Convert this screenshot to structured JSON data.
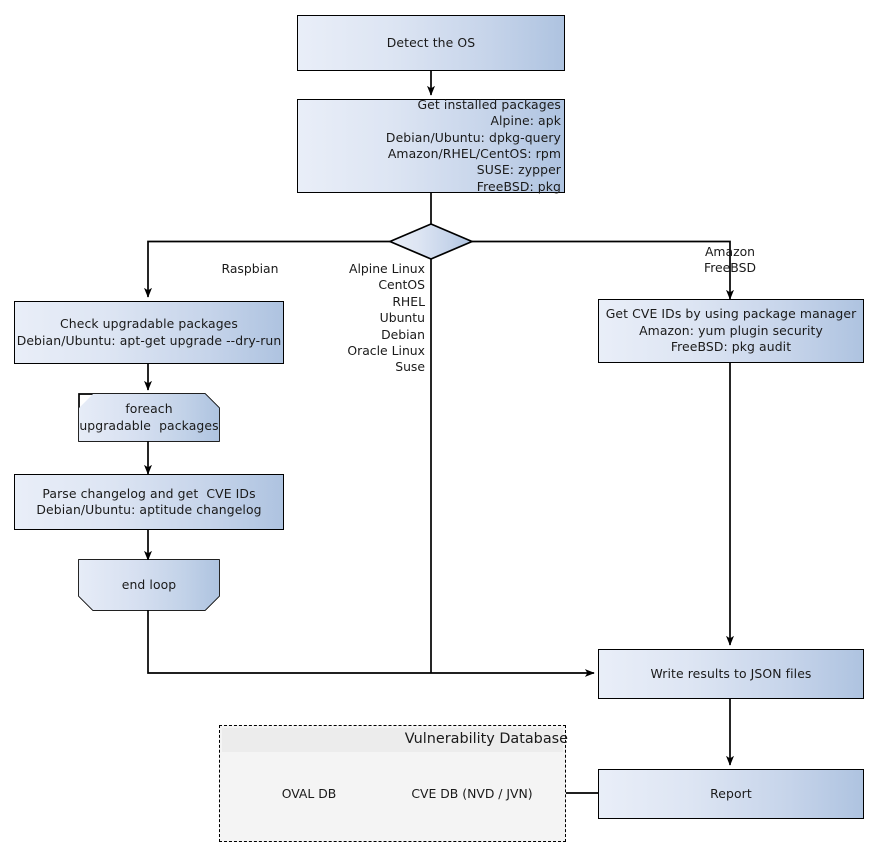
{
  "diagram": {
    "title": "Vulnerability scanning flowchart",
    "colors": {
      "node_fill_light": "#e9eef8",
      "node_fill_dark": "#aec3e0",
      "node_stroke": "#000000",
      "group_fill": "#f4f4f4",
      "group_titlebar": "#ececec",
      "edge_stroke": "#000000"
    },
    "nodes": {
      "detect_os": {
        "label": "Detect the OS"
      },
      "get_installed_packages": {
        "lines": [
          "Get installed packages",
          "Alpine: apk",
          "Debian/Ubuntu: dpkg-query",
          "Amazon/RHEL/CentOS: rpm",
          "SUSE: zypper",
          "FreeBSD: pkg"
        ]
      },
      "decision": {
        "label": ""
      },
      "check_upgradable": {
        "lines": [
          "Check upgradable packages",
          "Debian/Ubuntu: apt-get upgrade --dry-run"
        ]
      },
      "foreach_loop": {
        "lines": [
          "foreach",
          "upgradable  packages"
        ]
      },
      "parse_changelog": {
        "lines": [
          "Parse changelog and get  CVE IDs",
          "Debian/Ubuntu: aptitude changelog"
        ]
      },
      "end_loop": {
        "label": "end loop"
      },
      "get_cve_ids": {
        "lines": [
          "Get CVE IDs by using package manager",
          "Amazon: yum plugin security",
          "FreeBSD: pkg audit"
        ]
      },
      "write_results": {
        "label": "Write results to JSON files"
      },
      "report": {
        "label": "Report"
      }
    },
    "edge_labels": {
      "raspbian": "Raspbian",
      "middle_os_list": "Alpine Linux\nCentOS\nRHEL\nUbuntu\nDebian\nOracle Linux\nSuse",
      "amazon_freebsd": "Amazon\nFreeBSD"
    },
    "group": {
      "title": "Vulnerability Database",
      "databases": [
        {
          "label": "OVAL DB"
        },
        {
          "label": "CVE DB (NVD / JVN)"
        }
      ]
    }
  }
}
